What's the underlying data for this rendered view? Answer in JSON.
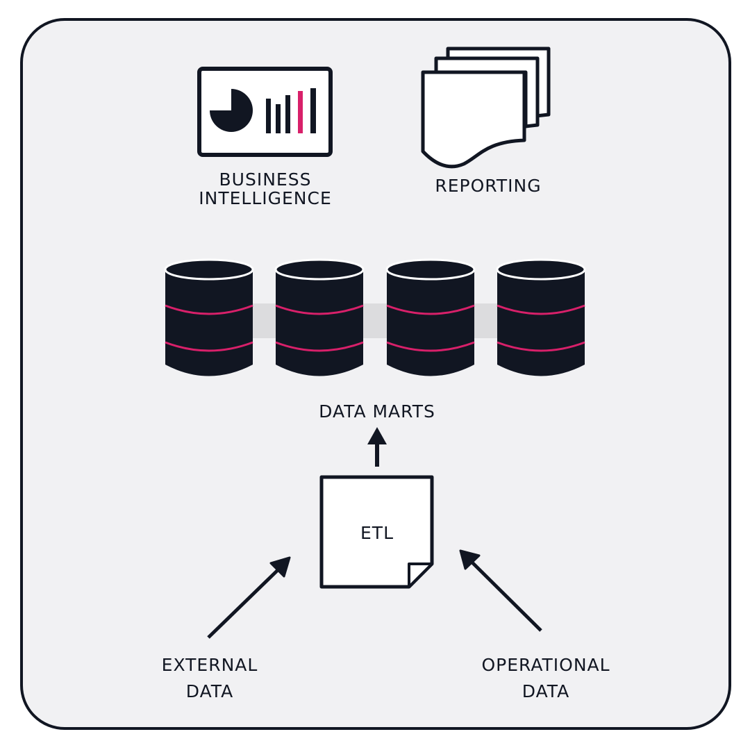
{
  "labels": {
    "bi_line1": "BUSINESS",
    "bi_line2": "INTELLIGENCE",
    "reporting": "REPORTING",
    "data_marts": "DATA MARTS",
    "etl": "ETL",
    "external_line1": "EXTERNAL",
    "external_line2": "DATA",
    "operational_line1": "OPERATIONAL",
    "operational_line2": "DATA"
  },
  "colors": {
    "ink": "#111622",
    "accent": "#d8206a",
    "background": "#f1f1f3",
    "band": "#dcdcde"
  },
  "icons": [
    "dashboard-icon",
    "documents-icon",
    "database-icon",
    "etl-document-icon",
    "arrow-icon"
  ]
}
